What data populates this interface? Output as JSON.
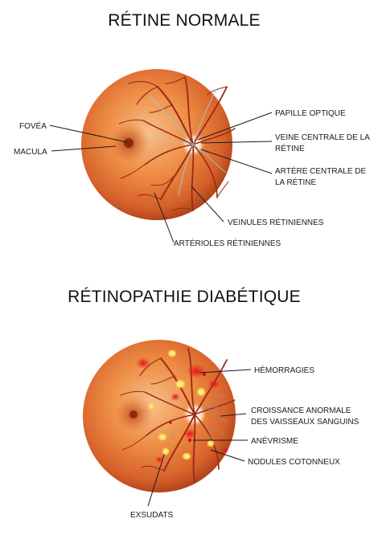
{
  "normal": {
    "title": "RÉTINE NORMALE",
    "labels": {
      "fovea": "FOVÉA",
      "macula": "MACULA",
      "papille": "PAPILLE OPTIQUE",
      "veine_l1": "VEINE CENTRALE DE LA",
      "veine_l2": "RÉTINE",
      "artere_l1": "ARTÈRE CENTRALE DE",
      "artere_l2": "LA RÉTINE",
      "veinules": "VEINULES RÉTINIENNES",
      "arterioles": "ARTÉRIOLES RÉTINIENNES"
    }
  },
  "diabetic": {
    "title": "RÉTINOPATHIE DIABÉTIQUE",
    "labels": {
      "hemorragies": "HÉMORRAGIES",
      "croissance_l1": "CROISSANCE ANORMALE",
      "croissance_l2": "DES VAISSEAUX SANGUINS",
      "anevrisme": "ANÉVRISME",
      "nodules": "NODULES COTONNEUX",
      "exsudats": "EXSUDATS"
    }
  },
  "colors": {
    "retina_center": "#f6b074",
    "retina_mid": "#e7732f",
    "retina_edge": "#b8431a",
    "vessel": "#9a2a16",
    "hemorrhage": "#d01818",
    "exudate": "#ffe46a",
    "leader": "#1a1a1a"
  }
}
